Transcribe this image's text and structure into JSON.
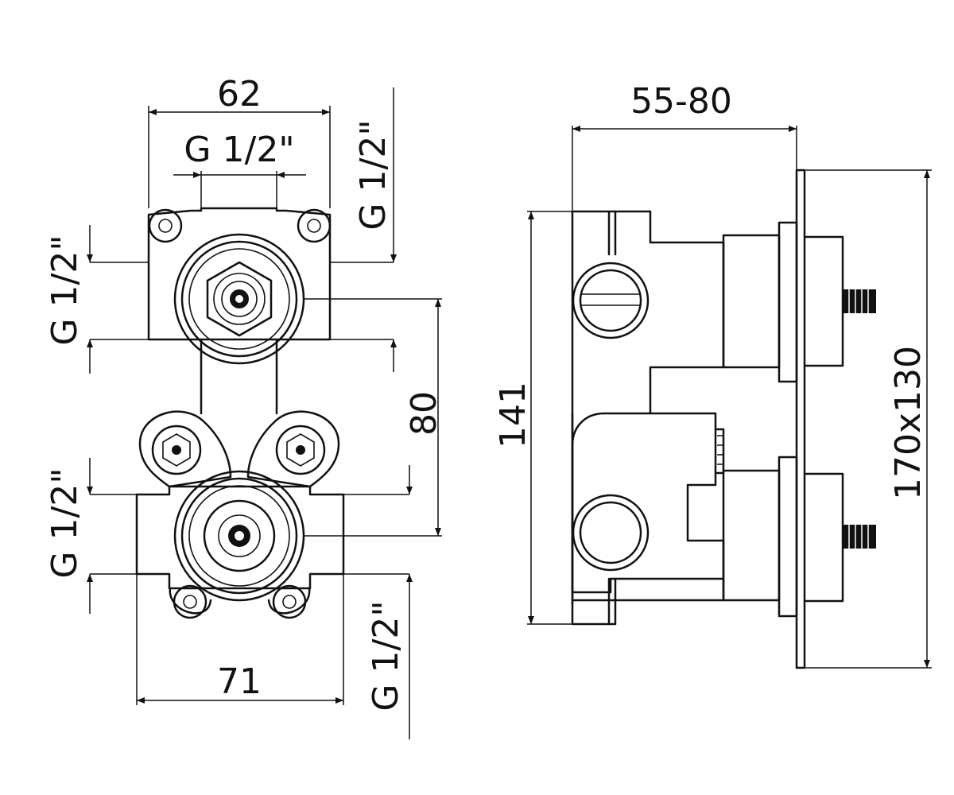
{
  "dimensions": {
    "front_width_top": "62",
    "top_inlet": "G 1/2\"",
    "upper_right_outlet": "G 1/2\"",
    "upper_left_outlet": "G 1/2\"",
    "lower_left_outlet": "G 1/2\"",
    "lower_right_outlet": "G 1/2\"",
    "center_distance": "80",
    "front_width_bottom": "71",
    "side_depth": "55-80",
    "side_height": "141",
    "plate_size": "170x130"
  }
}
